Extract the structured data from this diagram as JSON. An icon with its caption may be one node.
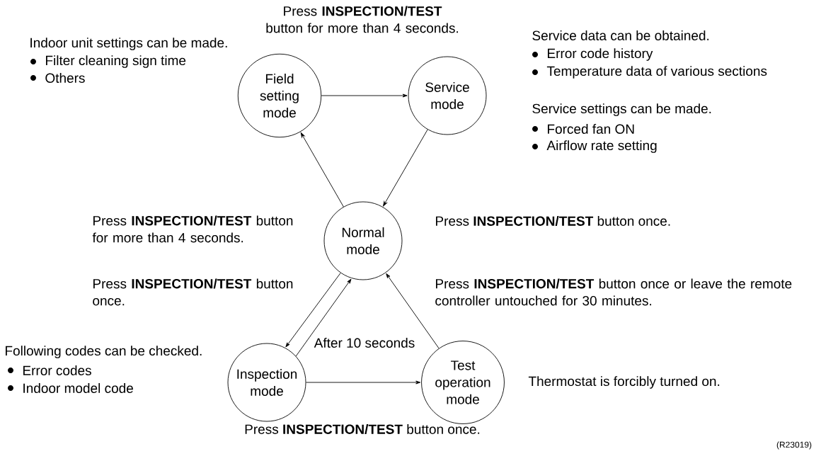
{
  "diagram": {
    "nodes": [
      {
        "text": [
          "Field setting mode"
        ],
        "beside": [
          "Indoor unit settings can be made.",
          "Filter cleaning sign time",
          "Others"
        ]
      },
      {
        "text": [
          "Service mode"
        ],
        "beside": [
          "Service data can be obtained.",
          "Error code history",
          "Temperature data of various sections",
          "Service settings can be made.",
          "Forced fan ON",
          "Airflow rate setting"
        ]
      },
      {
        "text": [
          "Normal mode"
        ]
      },
      {
        "text": [
          "Inspection mode"
        ],
        "beside": [
          "Following codes can be checked.",
          "Error codes",
          "Indoor model code"
        ]
      },
      {
        "text": [
          "Test operation mode"
        ],
        "beside": [
          "Thermostat is forcibly turned on."
        ]
      }
    ],
    "edges": [
      {
        "from": 0,
        "to": 1,
        "arrow": "to",
        "label": "Press **INSPECTION/TEST** button for more than 4 seconds."
      },
      {
        "from": 1,
        "to": 2,
        "arrow": "to",
        "label": "Press **INSPECTION/TEST** button once."
      },
      {
        "from": 2,
        "to": 0,
        "arrow": "to",
        "label": "Press **INSPECTION/TEST** button for more than 4 seconds."
      },
      {
        "from": 2,
        "to": 3,
        "arrow": "to",
        "label": "Press **INSPECTION/TEST** button once."
      },
      {
        "from": 3,
        "to": 2,
        "arrow": "to",
        "label": "After 10 seconds"
      },
      {
        "from": 4,
        "to": 2,
        "arrow": "to",
        "label": "Press **INSPECTION/TEST** button once or leave the remote controller untouched for 30 minutes."
      },
      {
        "from": 3,
        "to": 4,
        "arrow": "to",
        "label": "Press **INSPECTION/TEST** button once."
      }
    ],
    "labels": [
      "(R23019)"
    ]
  }
}
